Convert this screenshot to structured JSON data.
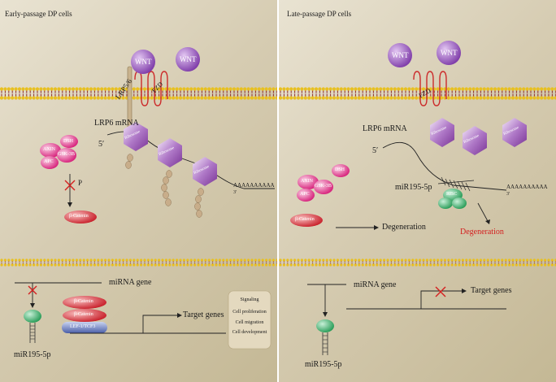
{
  "panels": {
    "left_title": "Early-passage DP cells",
    "right_title": "Late-passage DP cells"
  },
  "labels": {
    "wnt": "WNT",
    "lrp": "LRP5/6",
    "fzd": "FZD",
    "lrp6_mrna": "LRP6 mRNA",
    "five_prime": "5′",
    "three_prime": "3′",
    "poly_a": "AAAAAAAAAA",
    "ribosome": "Ribosome",
    "dsh": "DSH",
    "axin": "AXIN",
    "gsk": "GSK-3B",
    "apc": "APC",
    "p": "P",
    "beta_catenin": "β-Catenin",
    "lef": "LEF-1/TCF3",
    "target_genes": "Target genes",
    "mirna_gene": "miRNA gene",
    "mir": "miR195-5p",
    "risc": "RISC",
    "degeneration": "Degeneration",
    "degeneration_red": "Degeneration"
  },
  "signaling_box": [
    "Signaling",
    "Cell proliferation",
    "Cell migration",
    "Cell development"
  ],
  "colors": {
    "wnt": "#8a4fb0",
    "ribosome": "#9b55b5",
    "complex": "#e2408a",
    "beta_catenin": "#d4303c",
    "lef": "#5a6fb0",
    "risc": "#3aa86a",
    "degeneration_red": "#d42020",
    "membrane_head": "#e8c020",
    "membrane_tail": "#8b2a2a"
  }
}
